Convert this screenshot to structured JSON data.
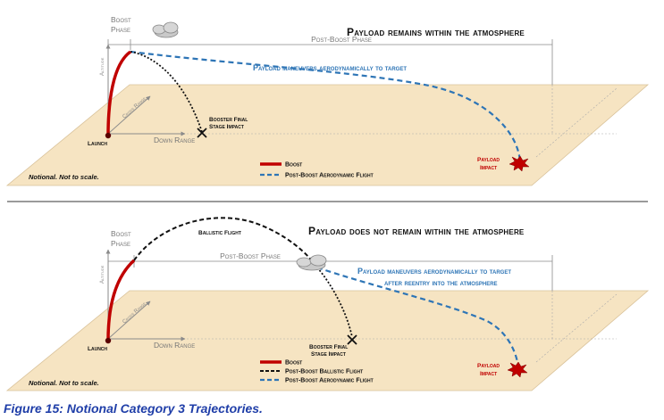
{
  "top": {
    "title": "Payload remains within the atmosphere",
    "boost_phase_line1": "Boost",
    "boost_phase_line2": "Phase",
    "post_boost_phase": "Post-Boost Phase",
    "maneuver_label": "Payload maneuvers aerodynamically to target",
    "altitude": "Altitude",
    "cross_range": "Cross Range",
    "down_range": "Down Range",
    "launch": "Launch",
    "booster_impact_line1": "Booster Final",
    "booster_impact_line2": "Stage Impact",
    "payload_impact_line1": "Payload",
    "payload_impact_line2": "Impact",
    "legend": [
      "Boost",
      "Post-Boost Aerodynamic Flight"
    ],
    "note": "Notional. Not to scale."
  },
  "bottom": {
    "title": "Payload does not remain within the atmosphere",
    "boost_phase_line1": "Boost",
    "boost_phase_line2": "Phase",
    "ballistic_flight": "Ballistic Flight",
    "post_boost_phase": "Post-Boost Phase",
    "maneuver_line1": "Payload maneuvers aerodynamically to target",
    "maneuver_line2": "after reentry into the atmosphere",
    "altitude": "Altitude",
    "cross_range": "Cross Range",
    "down_range": "Down Range",
    "launch": "Launch",
    "booster_impact_line1": "Booster Final",
    "booster_impact_line2": "Stage Impact",
    "payload_impact_line1": "Payload",
    "payload_impact_line2": "Impact",
    "legend": [
      "Boost",
      "Post-Boost Ballistic Flight",
      "Post-Boost Aerodynamic Flight"
    ],
    "note": "Notional. Not to scale."
  },
  "caption": "Figure 15: Notional Category 3 Trajectories.",
  "colors": {
    "ground": "#f6e4c2",
    "boost": "#c00000",
    "aero": "#2e75b6",
    "ballistic": "#111111",
    "caption": "#1f3ea8"
  }
}
